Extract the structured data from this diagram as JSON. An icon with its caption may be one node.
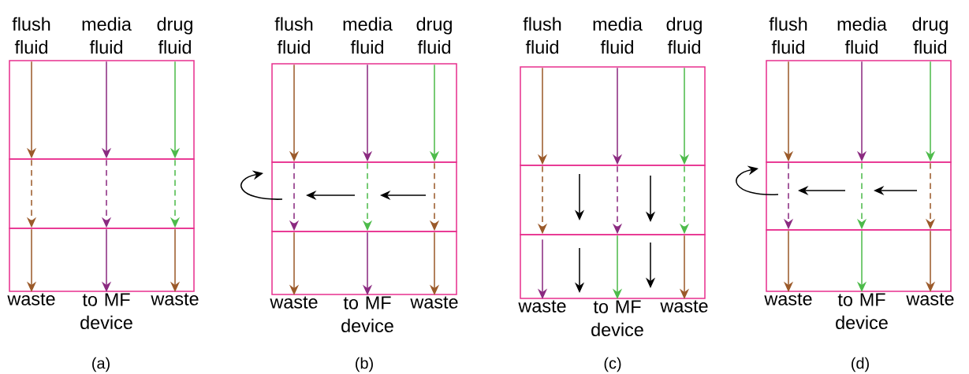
{
  "diagram": {
    "nodes": [
      {
        "text": [],
        "shape": "box"
      },
      {
        "text": [],
        "shape": "box"
      },
      {
        "text": [],
        "shape": "box"
      },
      {
        "text": [
          "waste"
        ]
      },
      {
        "text": [
          "to MF device"
        ]
      },
      {
        "text": [
          "waste"
        ]
      },
      {
        "text": [],
        "shape": "box"
      },
      {
        "text": [],
        "shape": "box"
      },
      {
        "text": [],
        "shape": "box"
      },
      {
        "text": [
          "waste"
        ]
      },
      {
        "text": [
          "to MF device"
        ]
      },
      {
        "text": [
          "waste"
        ]
      },
      {
        "text": [],
        "shape": "box"
      },
      {
        "text": [],
        "shape": "box"
      },
      {
        "text": [],
        "shape": "box"
      },
      {
        "text": [
          "waste"
        ]
      },
      {
        "text": [
          "to MF device"
        ]
      },
      {
        "text": [
          "waste"
        ]
      },
      {
        "text": [],
        "shape": "box"
      },
      {
        "text": [],
        "shape": "box"
      },
      {
        "text": [],
        "shape": "box"
      },
      {
        "text": [
          "waste"
        ]
      },
      {
        "text": [
          "to MF device"
        ]
      },
      {
        "text": [
          "waste"
        ]
      }
    ],
    "edges": [
      {
        "from": 0,
        "to": 1,
        "arrow": "to",
        "color": "#9b5a2a"
      },
      {
        "from": 1,
        "to": 2,
        "arrow": "to",
        "style": "dashed",
        "color": "#9b5a2a"
      },
      {
        "from": 2,
        "to": 3,
        "arrow": "to",
        "color": "#9b5a2a"
      },
      {
        "from": 0,
        "to": 1,
        "arrow": "to",
        "color": "#8b2a80"
      },
      {
        "from": 1,
        "to": 2,
        "arrow": "to",
        "style": "dashed",
        "color": "#8b2a80"
      },
      {
        "from": 2,
        "to": 4,
        "arrow": "to",
        "color": "#8b2a80"
      },
      {
        "from": 0,
        "to": 1,
        "arrow": "to",
        "color": "#4dbb4a"
      },
      {
        "from": 1,
        "to": 2,
        "arrow": "to",
        "style": "dashed",
        "color": "#4dbb4a"
      },
      {
        "from": 2,
        "to": 5,
        "arrow": "to",
        "color": "#9b5a2a"
      },
      {
        "from": 6,
        "to": 7,
        "arrow": "to",
        "color": "#9b5a2a"
      },
      {
        "from": 7,
        "to": 8,
        "arrow": "to",
        "style": "dashed",
        "color": "#8b2a80"
      },
      {
        "from": 8,
        "to": 9,
        "arrow": "to",
        "color": "#9b5a2a"
      },
      {
        "from": 6,
        "to": 7,
        "arrow": "to",
        "color": "#8b2a80"
      },
      {
        "from": 7,
        "to": 8,
        "arrow": "to",
        "style": "dashed",
        "color": "#4dbb4a"
      },
      {
        "from": 8,
        "to": 10,
        "arrow": "to",
        "color": "#8b2a80"
      },
      {
        "from": 6,
        "to": 7,
        "arrow": "to",
        "color": "#4dbb4a"
      },
      {
        "from": 7,
        "to": 8,
        "arrow": "to",
        "style": "dashed",
        "color": "#9b5a2a"
      },
      {
        "from": 8,
        "to": 11,
        "arrow": "to",
        "color": "#9b5a2a"
      },
      {
        "from": 12,
        "to": 13,
        "arrow": "to",
        "color": "#9b5a2a"
      },
      {
        "from": 13,
        "to": 14,
        "arrow": "to",
        "style": "dashed",
        "color": "#9b5a2a"
      },
      {
        "from": 14,
        "to": 15,
        "arrow": "to",
        "color": "#8b2a80"
      },
      {
        "from": 12,
        "to": 13,
        "arrow": "to",
        "color": "#8b2a80"
      },
      {
        "from": 13,
        "to": 14,
        "arrow": "to",
        "style": "dashed",
        "color": "#8b2a80"
      },
      {
        "from": 14,
        "to": 16,
        "arrow": "to",
        "color": "#4dbb4a"
      },
      {
        "from": 12,
        "to": 13,
        "arrow": "to",
        "color": "#4dbb4a"
      },
      {
        "from": 13,
        "to": 14,
        "arrow": "to",
        "style": "dashed",
        "color": "#4dbb4a"
      },
      {
        "from": 14,
        "to": 17,
        "arrow": "to",
        "color": "#9b5a2a"
      },
      {
        "from": 18,
        "to": 19,
        "arrow": "to",
        "color": "#9b5a2a"
      },
      {
        "from": 19,
        "to": 20,
        "arrow": "to",
        "style": "dashed",
        "color": "#8b2a80"
      },
      {
        "from": 20,
        "to": 21,
        "arrow": "to",
        "color": "#9b5a2a"
      },
      {
        "from": 18,
        "to": 19,
        "arrow": "to",
        "color": "#8b2a80"
      },
      {
        "from": 19,
        "to": 20,
        "arrow": "to",
        "style": "dashed",
        "color": "#4dbb4a"
      },
      {
        "from": 20,
        "to": 22,
        "arrow": "to",
        "color": "#4dbb4a"
      },
      {
        "from": 18,
        "to": 19,
        "arrow": "to",
        "color": "#4dbb4a"
      },
      {
        "from": 19,
        "to": 20,
        "arrow": "to",
        "style": "dashed",
        "color": "#9b5a2a"
      },
      {
        "from": 20,
        "to": 23,
        "arrow": "to",
        "color": "#9b5a2a"
      }
    ],
    "labels": [
      "flush fluid",
      "media fluid",
      "drug fluid",
      "flush fluid",
      "media fluid",
      "drug fluid",
      "flush fluid",
      "media fluid",
      "drug fluid",
      "flush fluid",
      "media fluid",
      "drug fluid",
      "(a)",
      "(b)",
      "(c)",
      "(d)"
    ]
  }
}
